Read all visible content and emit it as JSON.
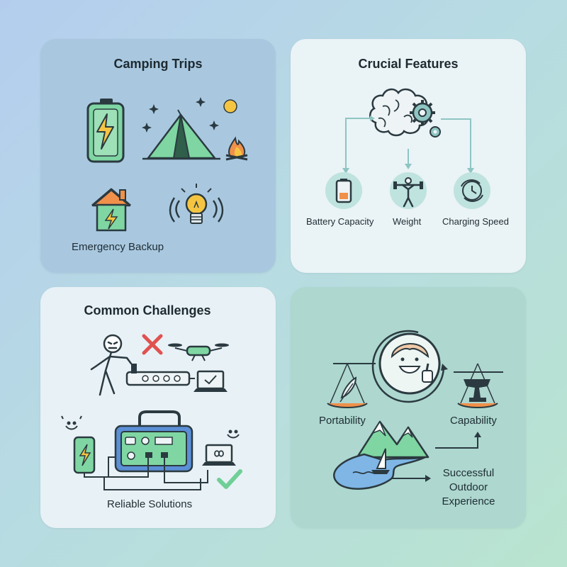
{
  "panels": {
    "camping": {
      "title": "Camping Trips",
      "label": "Emergency Backup"
    },
    "features": {
      "title": "Crucial Features",
      "items": [
        "Battery Capacity",
        "Weight",
        "Charging Speed"
      ]
    },
    "challenges": {
      "title": "Common Challenges",
      "label": "Reliable Solutions"
    },
    "experience": {
      "left": "Portability",
      "right": "Capability",
      "outcome_line1": "Successful",
      "outcome_line2": "Outdoor",
      "outcome_line3": "Experience"
    }
  },
  "icons": [
    "battery-icon",
    "tent-icon",
    "campfire-icon",
    "house-icon",
    "lightbulb-icon",
    "brain-gear-icon",
    "dumbbell-icon",
    "clock-icon",
    "drone-icon",
    "laptop-icon",
    "power-station-icon",
    "phone-icon",
    "scale-icon",
    "smiley-icon",
    "mountain-icon",
    "river-icon"
  ],
  "colors": {
    "green": "#6fcf97",
    "yellow": "#f5c542",
    "orange": "#f0904a",
    "red": "#e0524f",
    "teal": "#8ec5c2",
    "blue": "#5b8fd6"
  }
}
